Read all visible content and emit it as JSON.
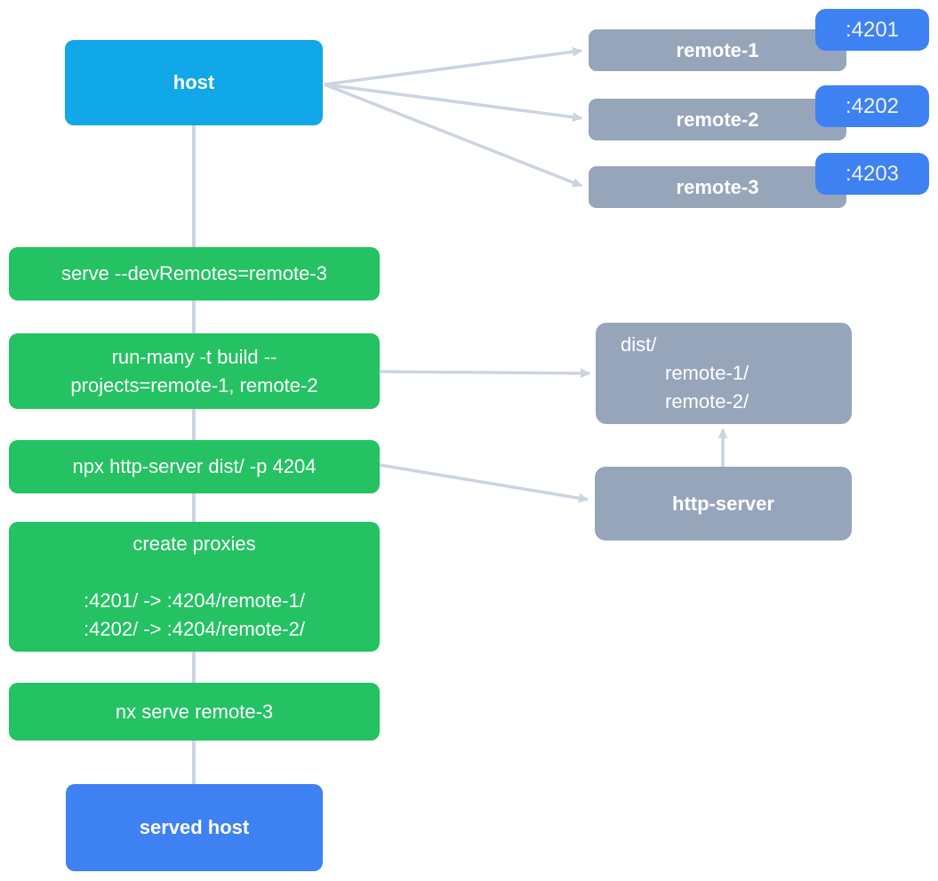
{
  "colors": {
    "host_bg": "#10a8e8",
    "served_host_bg": "#3e81f3",
    "badge_bg": "#3e81f3",
    "remote_bg": "#97a5bb",
    "command_bg": "#24c263",
    "arrow": "#ccd4e3",
    "text_light": "#ffffff",
    "page_bg": "#ffffff"
  },
  "nodes": {
    "host": {
      "label": "host"
    },
    "served_host": {
      "label": "served host"
    },
    "remotes": [
      {
        "label": "remote-1",
        "port": ":4201"
      },
      {
        "label": "remote-2",
        "port": ":4202"
      },
      {
        "label": "remote-3",
        "port": ":4203"
      }
    ],
    "commands": [
      {
        "lines": [
          "serve --devRemotes=remote-3"
        ]
      },
      {
        "lines": [
          "run-many -t build --",
          "projects=remote-1, remote-2"
        ]
      },
      {
        "lines": [
          "npx http-server dist/ -p 4204"
        ]
      },
      {
        "lines": [
          "create proxies",
          "",
          ":4201/ -> :4204/remote-1/",
          ":4202/ -> :4204/remote-2/"
        ]
      },
      {
        "lines": [
          "nx serve remote-3"
        ]
      }
    ],
    "dist": {
      "lines": [
        "dist/",
        "remote-1/",
        "remote-2/"
      ]
    },
    "http_server": {
      "label": "http-server"
    }
  },
  "edges": [
    {
      "from": "host",
      "to": "remote-1"
    },
    {
      "from": "host",
      "to": "remote-2"
    },
    {
      "from": "host",
      "to": "remote-3"
    },
    {
      "from": "host",
      "to": "served-host"
    },
    {
      "from": "run-many-command",
      "to": "dist-folder"
    },
    {
      "from": "http-server-command",
      "to": "http-server"
    },
    {
      "from": "http-server",
      "to": "dist-folder"
    }
  ]
}
